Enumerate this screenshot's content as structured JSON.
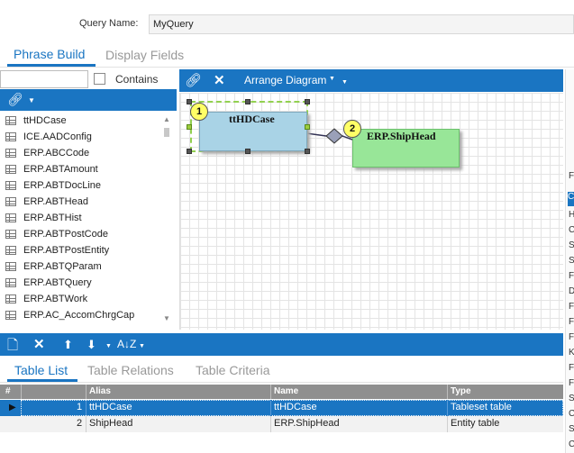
{
  "query": {
    "label": "Query Name:",
    "value": "MyQuery"
  },
  "top_tabs": {
    "phrase_build": "Phrase Build",
    "display_fields": "Display Fields"
  },
  "left_panel": {
    "contains_label": "Contains",
    "tables": [
      "ttHDCase",
      "ICE.AADConfig",
      "ERP.ABCCode",
      "ERP.ABTAmount",
      "ERP.ABTDocLine",
      "ERP.ABTHead",
      "ERP.ABTHist",
      "ERP.ABTPostCode",
      "ERP.ABTPostEntity",
      "ERP.ABTQParam",
      "ERP.ABTQuery",
      "ERP.ABTWork",
      "ERP.AC_AccomChrgCap"
    ]
  },
  "diagram": {
    "arrange_label": "Arrange Diagram",
    "nodes": [
      {
        "badge": "1",
        "title": "ttHDCase"
      },
      {
        "badge": "2",
        "title": "ERP.ShipHead"
      }
    ]
  },
  "bottom_tabs": {
    "table_list": "Table List",
    "table_relations": "Table Relations",
    "table_criteria": "Table Criteria"
  },
  "grid": {
    "headers": {
      "num": "#",
      "alias": "Alias",
      "name": "Name",
      "type": "Type"
    },
    "rows": [
      {
        "num": "1",
        "alias": "ttHDCase",
        "name": "ttHDCase",
        "type": "Tableset table"
      },
      {
        "num": "2",
        "alias": "ShipHead",
        "name": "ERP.ShipHead",
        "type": "Entity table"
      }
    ]
  },
  "right_strip_letters": [
    "F",
    "C",
    "H",
    "C",
    "S",
    "S",
    "F",
    "D",
    "F",
    "F",
    "F",
    "K",
    "F",
    "F",
    "S",
    "C",
    "S",
    "C"
  ],
  "colors": {
    "accent": "#1a75c2",
    "node1": "#a9d3e6",
    "node2": "#98e698",
    "badge": "#ffff66"
  },
  "icons": [
    "link-icon",
    "dropdown-arrow-icon",
    "delete-icon",
    "new-icon",
    "move-up-icon",
    "move-down-icon",
    "sort-icon",
    "table-icon",
    "row-pointer-icon"
  ]
}
